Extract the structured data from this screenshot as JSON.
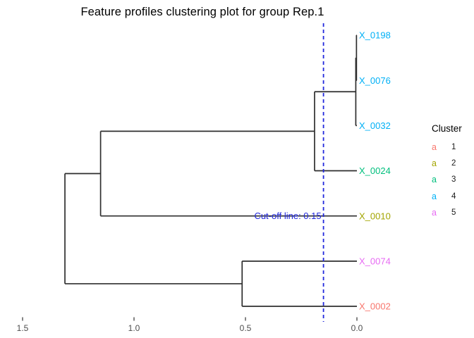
{
  "chart_data": {
    "type": "dendrogram",
    "orientation": "horizontal",
    "title": "Feature profiles clustering plot for group Rep.1",
    "leaves": [
      {
        "label": "X_0198",
        "cluster": 4,
        "color": "#00B0F6"
      },
      {
        "label": "X_0076",
        "cluster": 4,
        "color": "#00B0F6"
      },
      {
        "label": "X_0032",
        "cluster": 4,
        "color": "#00B0F6"
      },
      {
        "label": "X_0024",
        "cluster": 3,
        "color": "#00BF7D"
      },
      {
        "label": "X_0010",
        "cluster": 2,
        "color": "#A3A500"
      },
      {
        "label": "X_0074",
        "cluster": 5,
        "color": "#E76BF3"
      },
      {
        "label": "X_0002",
        "cluster": 1,
        "color": "#F8766D"
      }
    ],
    "merges": [
      {
        "id": "m1",
        "children": [
          "X_0198",
          "X_0076"
        ],
        "height": 0.002
      },
      {
        "id": "m2",
        "children": [
          "m1",
          "X_0032"
        ],
        "height": 0.005
      },
      {
        "id": "m3",
        "children": [
          "m2",
          "X_0024"
        ],
        "height": 0.19
      },
      {
        "id": "m4",
        "children": [
          "m3",
          "X_0010"
        ],
        "height": 1.15
      },
      {
        "id": "m5",
        "children": [
          "X_0074",
          "X_0002"
        ],
        "height": 0.515
      },
      {
        "id": "root",
        "children": [
          "m4",
          "m5"
        ],
        "height": 1.31
      }
    ],
    "cutoff": {
      "value": 0.15,
      "label": "Cut-off line: 0.15"
    },
    "x_axis": {
      "tick_labels": [
        "1.5",
        "1.0",
        "0.5",
        "0.0"
      ],
      "tick_values": [
        1.5,
        1.0,
        0.5,
        0.0
      ],
      "range": [
        1.5,
        0.0
      ]
    },
    "legend": {
      "title": "Cluster",
      "key_glyph": "a",
      "items": [
        {
          "label": "1",
          "color": "#F8766D"
        },
        {
          "label": "2",
          "color": "#A3A500"
        },
        {
          "label": "3",
          "color": "#00BF7D"
        },
        {
          "label": "4",
          "color": "#00B0F6"
        },
        {
          "label": "5",
          "color": "#E76BF3"
        }
      ]
    },
    "colors": {
      "branch_line": "#2E2E2E",
      "cutoff_line": "#2228DD",
      "cutoff_text": "#2228DD",
      "axis_text": "#4D4D4D",
      "axis_tick": "#333333",
      "title_text": "#000000"
    }
  }
}
